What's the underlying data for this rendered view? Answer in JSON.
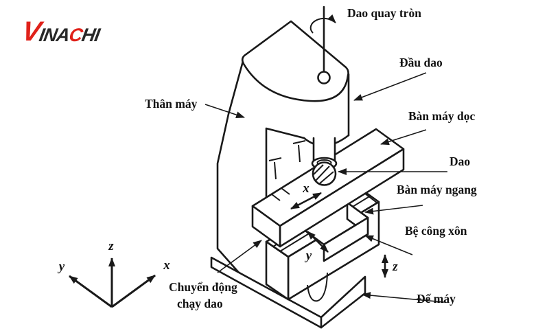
{
  "logo": {
    "v": "V",
    "ina": "INA",
    "c": "C",
    "hi": "HI",
    "accent_color": "#e0211a",
    "letter_color": "#282828"
  },
  "diagram": {
    "title_note": "Isometric line diagram of a vertical milling machine",
    "line_color": "#191919",
    "background_color": "#ffffff",
    "labels": {
      "spindle_rotation": "Dao quay tròn",
      "tool_head": "Đầu dao",
      "machine_body": "Thân máy",
      "longitudinal_table": "Bàn máy dọc",
      "tool": "Dao",
      "cross_table": "Bàn máy ngang",
      "console_base": "Bệ công xôn",
      "feed_motion_line1": "Chuyển động",
      "feed_motion_line2": "chạy dao",
      "machine_base": "Đế máy"
    },
    "motion_axes": {
      "x": "x",
      "y": "y",
      "z": "z"
    },
    "coordinate_axes": {
      "x": "x",
      "y": "y",
      "z": "z"
    }
  }
}
